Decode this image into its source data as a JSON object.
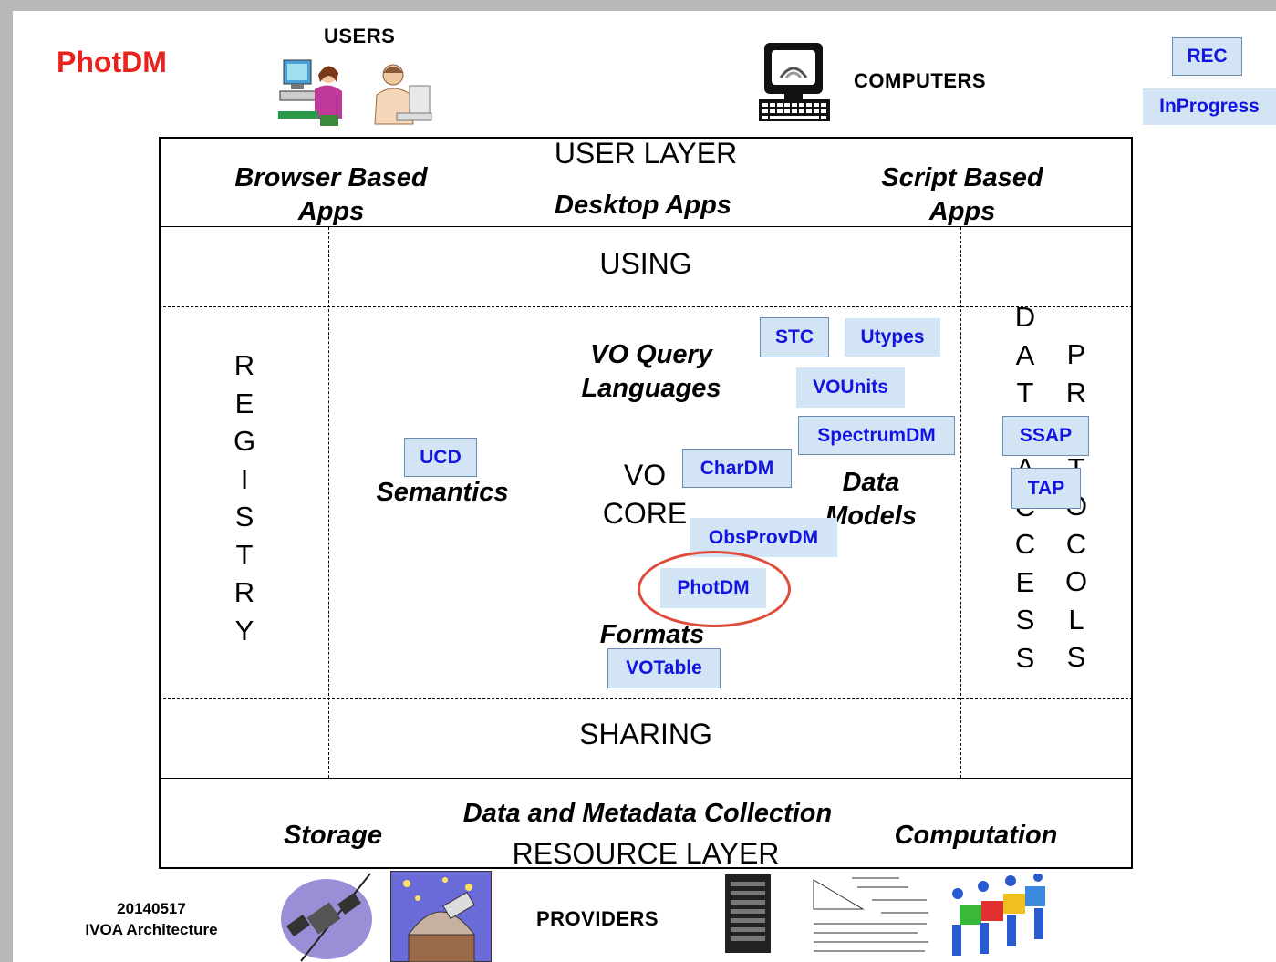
{
  "title": "PhotDM",
  "header": {
    "users": "USERS",
    "computers": "COMPUTERS",
    "providers": "PROVIDERS"
  },
  "legend": {
    "rec": "REC",
    "in_progress": "InProgress"
  },
  "footer": {
    "date": "20140517",
    "org": "IVOA Architecture"
  },
  "layers": {
    "user_layer": "USER LAYER",
    "resource_layer": "RESOURCE LAYER",
    "using": "USING",
    "sharing": "SHARING"
  },
  "user_apps": {
    "browser": [
      "Browser Based",
      "Apps"
    ],
    "desktop": "Desktop Apps",
    "script": [
      "Script Based",
      "Apps"
    ]
  },
  "resource_items": {
    "storage": "Storage",
    "collection": "Data and Metadata Collection",
    "computation": "Computation"
  },
  "registry_letters": [
    "R",
    "E",
    "G",
    "I",
    "S",
    "T",
    "R",
    "Y"
  ],
  "data_access_letters": [
    "D",
    "A",
    "T",
    "A",
    "A",
    "C",
    "C",
    "E",
    "S",
    "S"
  ],
  "protocols_letters": [
    "P",
    "R",
    "O",
    "T",
    "O",
    "C",
    "O",
    "L",
    "S"
  ],
  "core": {
    "query": [
      "VO Query",
      "Languages"
    ],
    "semantics": "Semantics",
    "vo_core": [
      "VO",
      "CORE"
    ],
    "data_models": [
      "Data",
      "Models"
    ],
    "formats": "Formats"
  },
  "standards": {
    "stc": "STC",
    "utypes": "Utypes",
    "vounits": "VOUnits",
    "spectrumdm": "SpectrumDM",
    "ssap": "SSAP",
    "tap": "TAP",
    "ucd": "UCD",
    "chardm": "CharDM",
    "obsprovdm": "ObsProvDM",
    "photdm": "PhotDM",
    "votable": "VOTable"
  },
  "colors": {
    "title": "#e8231e",
    "badge_fill": "#d3e5f4",
    "badge_text": "#1414e0",
    "highlight_ring": "#e04a3a"
  }
}
